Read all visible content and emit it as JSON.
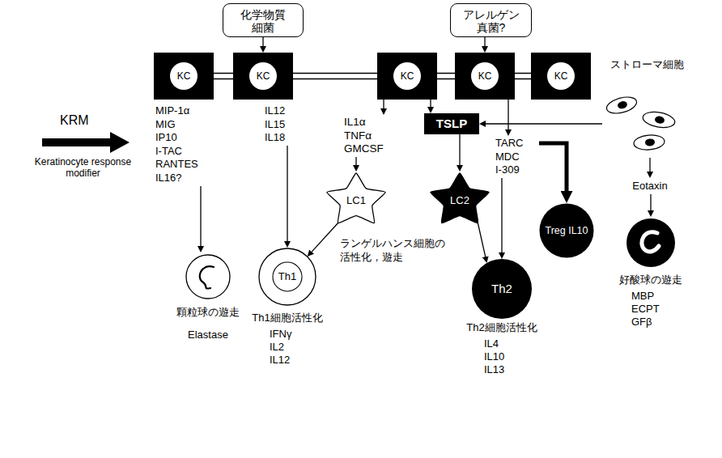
{
  "diagram": {
    "nodes": [
      {
        "text": [
          "化学物質 細菌"
        ]
      },
      {
        "text": [
          "アレルゲン 真菌?"
        ]
      },
      {
        "text": [
          "KC"
        ]
      },
      {
        "text": [
          "KC"
        ]
      },
      {
        "text": [
          "KC"
        ]
      },
      {
        "text": [
          "KC"
        ]
      },
      {
        "text": [
          "KC"
        ]
      },
      {
        "text": [
          "MIP-1α MIG IP10 I-TAC RANTES IL16?"
        ]
      },
      {
        "text": [
          "IL12 IL15 IL18"
        ]
      },
      {
        "text": [
          "IL1α TNFα GMCSF"
        ]
      },
      {
        "text": [
          "TSLP"
        ]
      },
      {
        "text": [
          "TARC MDC I-309"
        ]
      },
      {
        "text": [
          "ストローマ細胞"
        ]
      },
      {
        "text": [
          "顆粒球の遊走",
          "Elastase"
        ]
      },
      {
        "text": [
          "Th1",
          "Th1細胞活性化",
          "IFNγ IL2 IL12"
        ]
      },
      {
        "text": [
          "LC1"
        ]
      },
      {
        "text": [
          "LC2"
        ]
      },
      {
        "text": [
          "Treg IL10"
        ]
      },
      {
        "text": [
          "Th2",
          "Th2細胞活性化",
          "IL4 IL10 IL13"
        ]
      },
      {
        "text": [
          "Eotaxin"
        ]
      },
      {
        "text": [
          "好酸球の遊走",
          "MBP ECPT GFβ"
        ]
      }
    ],
    "edges": [
      {
        "from": 2,
        "to": 3,
        "arrow": "none"
      },
      {
        "from": 3,
        "to": 4,
        "arrow": "none"
      },
      {
        "from": 4,
        "to": 5,
        "arrow": "none"
      },
      {
        "from": 5,
        "to": 6,
        "arrow": "none"
      },
      {
        "from": 0,
        "to": 3,
        "arrow": "to"
      },
      {
        "from": 1,
        "to": 5,
        "arrow": "to"
      },
      {
        "from": 4,
        "to": 9,
        "arrow": "to"
      },
      {
        "from": 4,
        "to": 10,
        "arrow": "to"
      },
      {
        "from": 5,
        "to": 11,
        "arrow": "to"
      },
      {
        "from": 7,
        "to": 13,
        "arrow": "to"
      },
      {
        "from": 8,
        "to": 14,
        "arrow": "to"
      },
      {
        "from": 9,
        "to": 15,
        "arrow": "to"
      },
      {
        "from": 15,
        "to": 14,
        "arrow": "to"
      },
      {
        "from": 10,
        "to": 16,
        "arrow": "to"
      },
      {
        "from": 16,
        "to": 18,
        "arrow": "to"
      },
      {
        "from": 12,
        "to": 10,
        "arrow": "to"
      },
      {
        "from": 11,
        "to": 18,
        "arrow": "to"
      },
      {
        "from": 11,
        "to": 17,
        "arrow": "to"
      },
      {
        "from": 12,
        "to": 19,
        "arrow": "to"
      },
      {
        "from": 19,
        "to": 20,
        "arrow": "to"
      }
    ],
    "labels": [
      "KRM",
      "Keratinocyte response modifier",
      "ランゲルハンス細胞の 活性化，遊走"
    ]
  }
}
